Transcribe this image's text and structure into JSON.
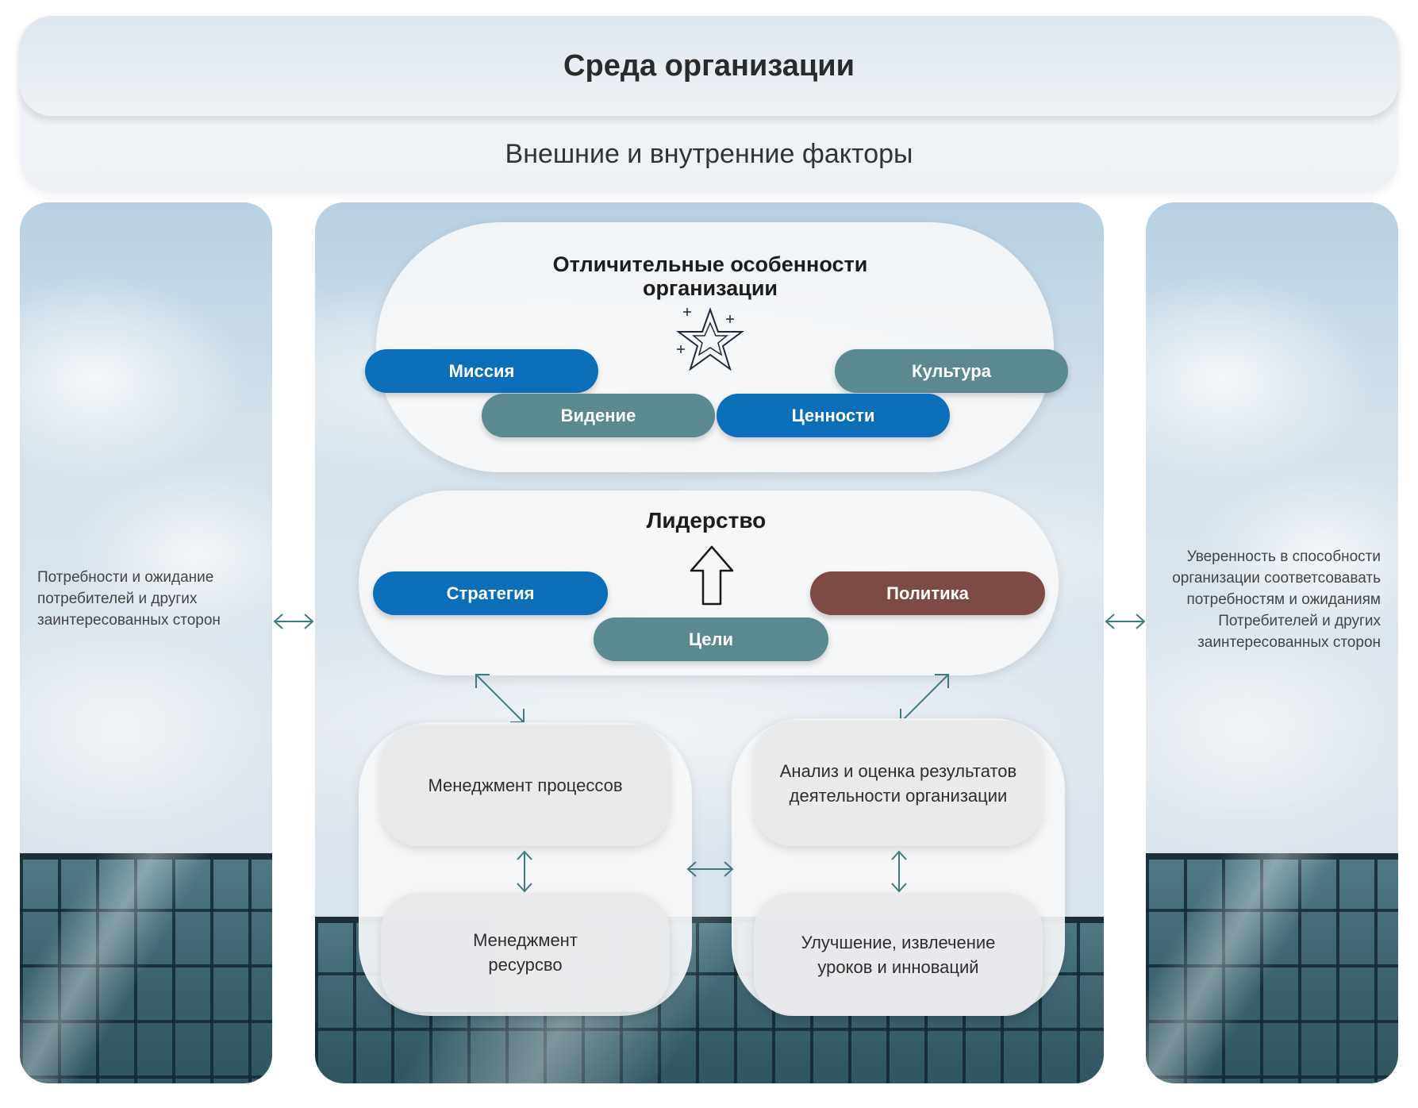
{
  "header": {
    "title": "Среда организации",
    "subtitle": "Внешние и внутренние факторы"
  },
  "left_panel": {
    "text": "Потребности и ожидание потребителей и других заинтересованных сторон"
  },
  "right_panel": {
    "text": "Уверенность в способности организации соответсовавать потребностям и ожиданиям Потребителей и других заинтересованных сторон"
  },
  "features": {
    "heading": "Отличительные особенности организации",
    "icon": "star-icon",
    "pills": {
      "mission": "Миссия",
      "culture": "Культура",
      "vision": "Видение",
      "values": "Ценности"
    }
  },
  "leadership": {
    "heading": "Лидерство",
    "icon": "up-arrow-icon",
    "pills": {
      "strategy": "Стратегия",
      "policy": "Политика",
      "goals": "Цели"
    }
  },
  "lower": {
    "process_mgmt": "Менеджмент процессов",
    "analysis": "Анализ и оценка результатов деятельности организации",
    "resource_mgmt": "Менеджмент ресурсво",
    "improvement": "Улучшение, извлечение уроков и инноваций"
  },
  "colors": {
    "blue": "#0a6fb8",
    "teal": "#5a8a90",
    "brown": "#7d4a45",
    "arrow": "#3f7a80"
  }
}
